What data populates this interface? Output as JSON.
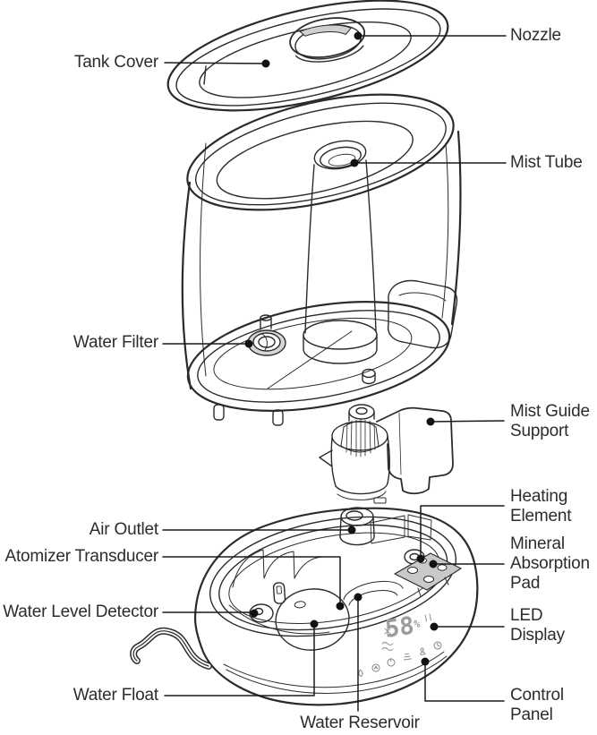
{
  "diagram": {
    "type": "exploded-view humidifier parts diagram",
    "colors": {
      "line": "#2b2b2b",
      "leader": "#1a1a1a",
      "shade": "#c9c9c9",
      "led_text": "#9b9b9b"
    }
  },
  "display": {
    "value": "58",
    "unit": "%"
  },
  "labels": {
    "nozzle": "Nozzle",
    "tank_cover": "Tank Cover",
    "mist_tube": "Mist Tube",
    "water_filter": "Water Filter",
    "mist_guide_support": "Mist Guide\nSupport",
    "heating_element": "Heating\nElement",
    "air_outlet": "Air Outlet",
    "atomizer_transducer": "Atomizer Transducer",
    "mineral_absorption_pad": "Mineral\nAbsorption\nPad",
    "water_level_detector": "Water Level Detector",
    "led_display": "LED\nDisplay",
    "water_float": "Water Float",
    "control_panel": "Control\nPanel",
    "water_reservoir": "Water Reservoir"
  },
  "icons": {
    "display_indicators": [
      "mode-indicator-icon",
      "mist-wave-icon",
      "filter-indicator-icon"
    ],
    "control_panel": [
      "water-drop-icon",
      "auto-mode-icon",
      "power-icon",
      "mist-level-icon",
      "night-light-icon",
      "timer-icon"
    ]
  }
}
